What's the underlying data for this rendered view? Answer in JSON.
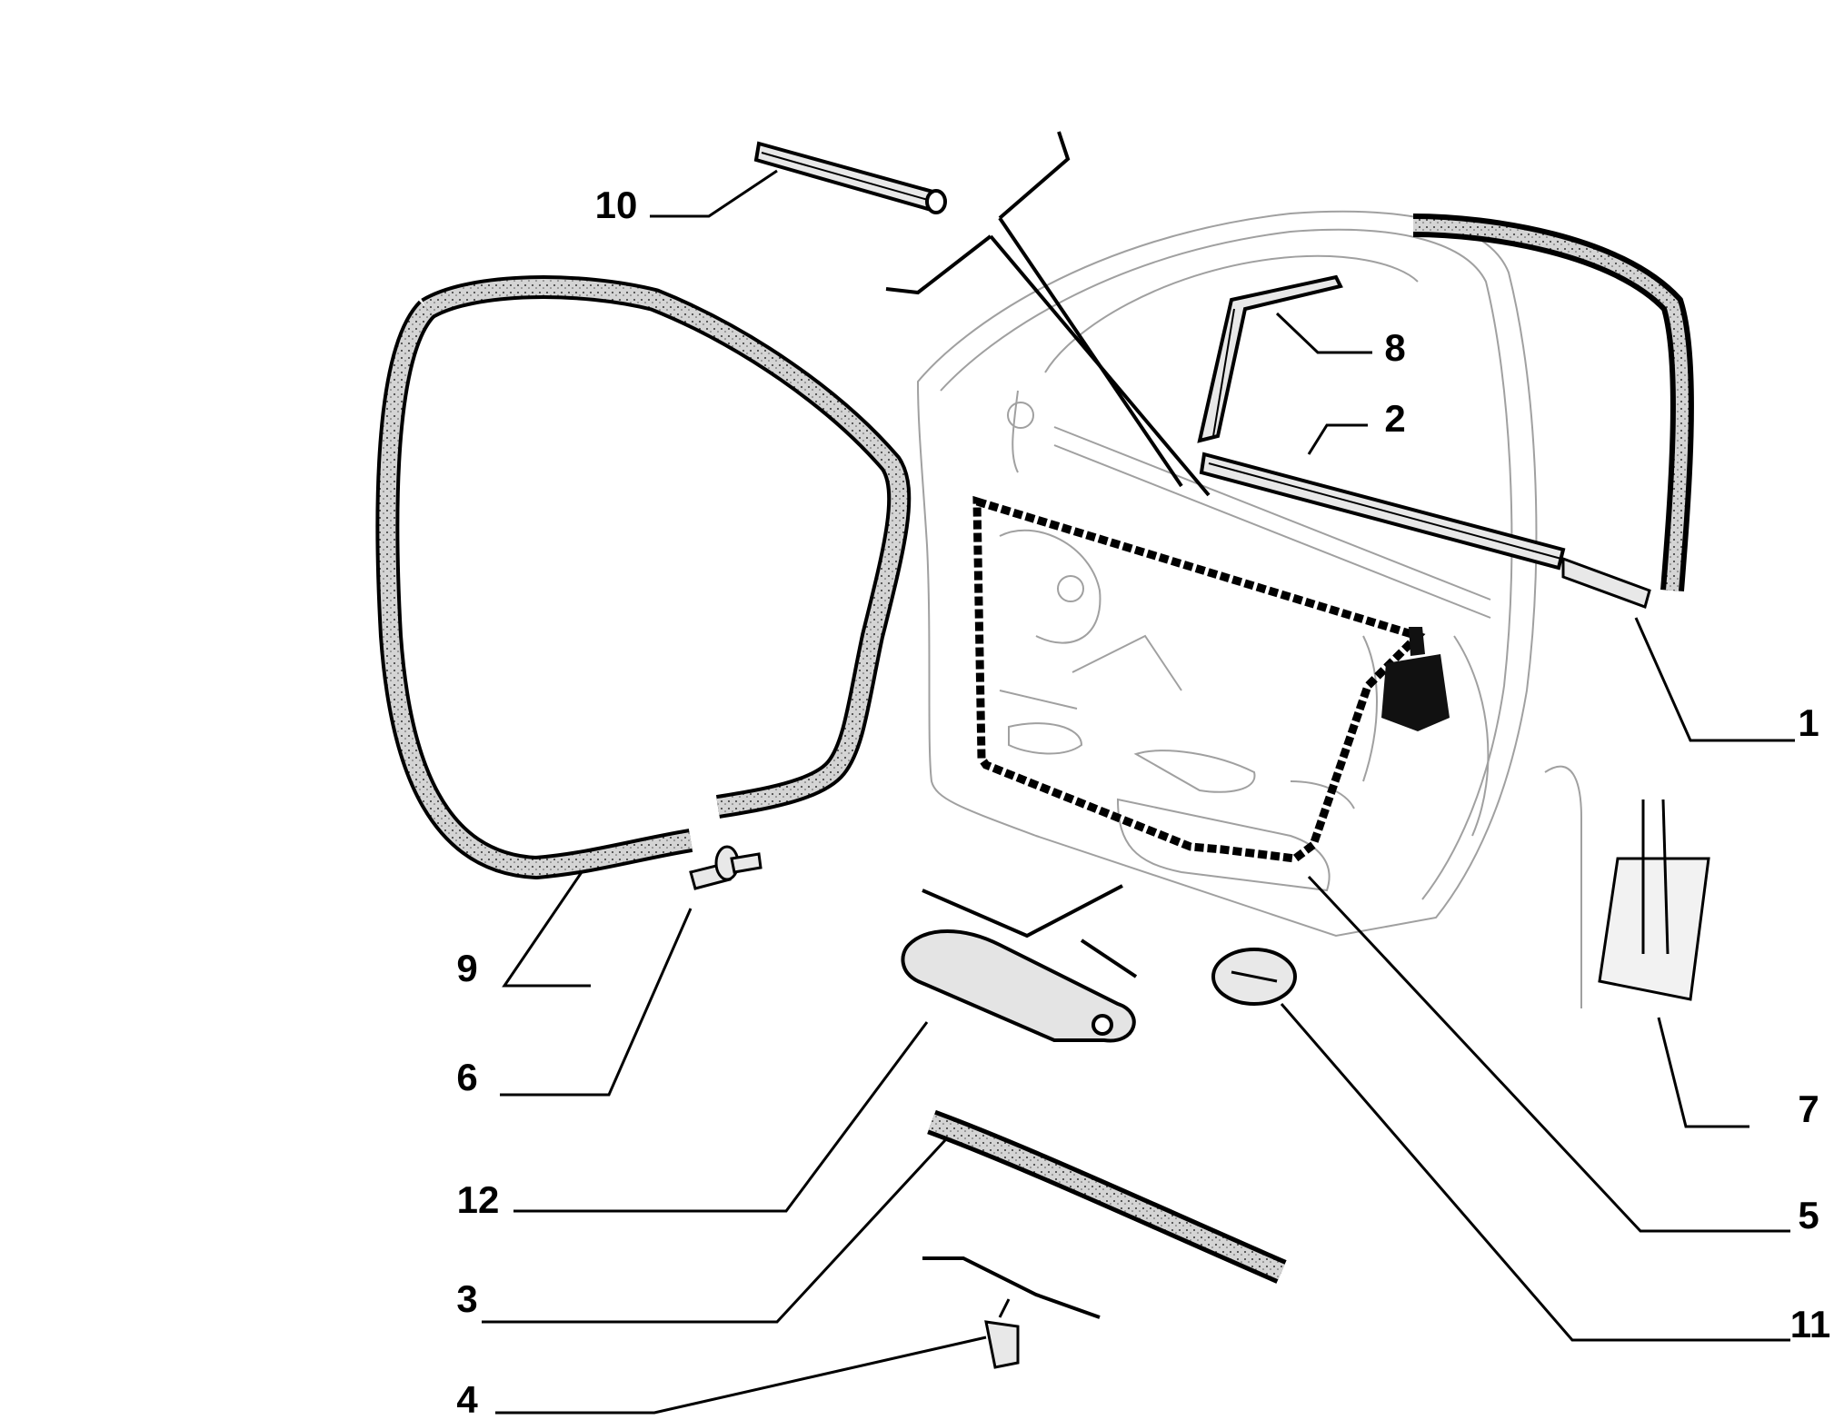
{
  "diagram": {
    "callouts": {
      "c1": "1",
      "c2": "2",
      "c3": "3",
      "c4": "4",
      "c5": "5",
      "c6": "6",
      "c7": "7",
      "c8": "8",
      "c9": "9",
      "c10": "10",
      "c11": "11",
      "c12": "12"
    },
    "colors": {
      "ink": "#000000",
      "panel_outline": "#9a9a9a",
      "seal_fill": "#d9d9d9",
      "background": "#ffffff"
    }
  }
}
